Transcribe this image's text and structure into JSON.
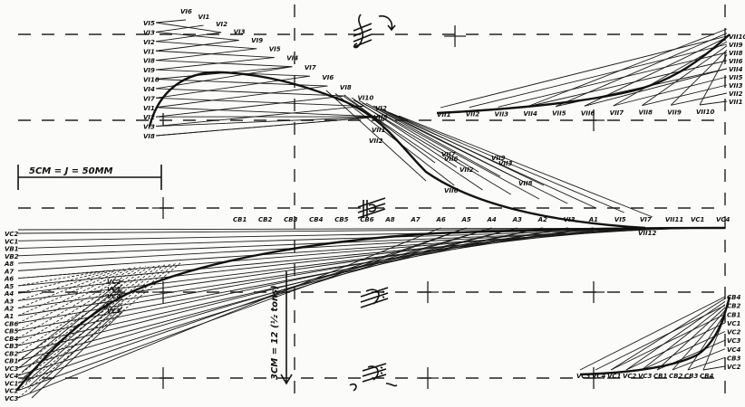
{
  "scale": {
    "horizontal": "5CM = J = 50MM",
    "vertical": "3CM = 12 (½ tons)"
  },
  "groups": {
    "upper_left": {
      "top": [
        "VI6",
        "VI1",
        "VI2",
        "VI3",
        "VI9",
        "VI5",
        "VI4",
        "VI7",
        "VI6",
        "VI8",
        "VI10",
        "VI2"
      ],
      "side": [
        "VI5",
        "VI3",
        "VI2",
        "VI1",
        "VI8",
        "VI9",
        "VI10",
        "VI4",
        "VI7",
        "VI1",
        "VI2",
        "VI3",
        "VI8"
      ],
      "lower": [
        "VII6",
        "VII2",
        "VII3",
        "VII8",
        "VII6",
        "VII7",
        "VII9",
        "VII2",
        "VII1",
        "VII8"
      ]
    },
    "upper_right": {
      "bottom": [
        "VII1",
        "VII2",
        "VII3",
        "VII4",
        "VII5",
        "VII6",
        "VII7",
        "VII8",
        "VII9",
        "VII10"
      ],
      "side": [
        "VII10",
        "VII9",
        "VII8",
        "VII6",
        "VII4",
        "VII5",
        "VII3",
        "VII2",
        "VII1"
      ]
    },
    "main": {
      "top": [
        "CB1",
        "CB2",
        "CB3",
        "CB4",
        "CB5",
        "CB6",
        "A8",
        "A7",
        "A6",
        "A5",
        "A4",
        "A3",
        "A2",
        "VI3",
        "A1",
        "VI5",
        "VI7",
        "VII11",
        "VC1",
        "VC4"
      ],
      "left": [
        "VC2",
        "VC1",
        "VB1",
        "VB2",
        "A8",
        "A7",
        "A6",
        "A5",
        "A4",
        "A3",
        "A2",
        "A1",
        "CB6",
        "CB5",
        "CB4",
        "CB3",
        "CB2",
        "CB1",
        "VC3",
        "VC4",
        "VC1",
        "VC2",
        "VC3"
      ],
      "inner": [
        "VC2",
        "VC1",
        "VC4",
        "VC3",
        "VII12"
      ]
    },
    "lower_right": {
      "bottom": [
        "VC3",
        "VC4",
        "VC1",
        "VC2",
        "VC3",
        "CB1",
        "CB2",
        "CB3",
        "CB4"
      ],
      "side": [
        "CB4",
        "CB2",
        "CB1",
        "VC1",
        "VC2",
        "VC3",
        "VC4",
        "CB3",
        "VC2"
      ]
    }
  }
}
